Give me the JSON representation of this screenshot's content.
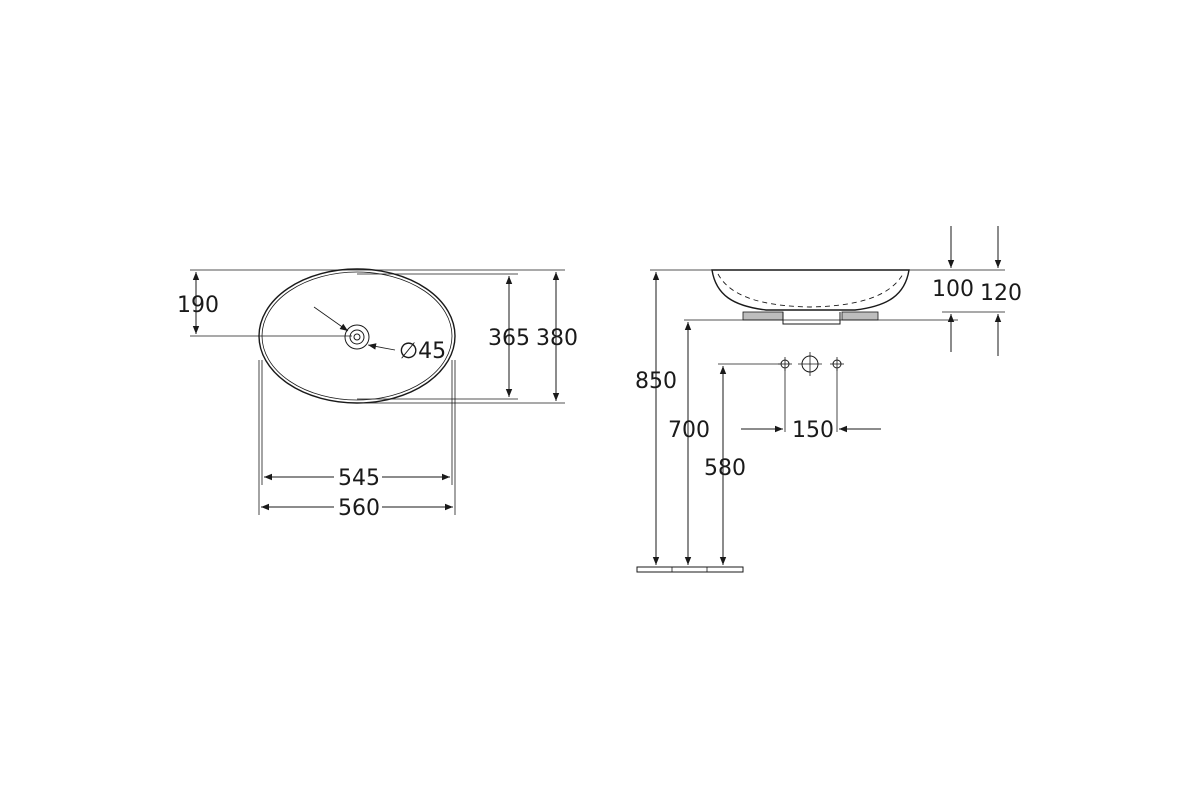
{
  "top_view": {
    "dims": {
      "centre_offset": "190",
      "inner_depth": "365",
      "outer_depth": "380",
      "drain_diameter": "∅45",
      "inner_width": "545",
      "outer_width": "560"
    }
  },
  "side_view": {
    "dims": {
      "bowl_height": "100",
      "total_height": "120",
      "rim_height": "850",
      "counter_height": "700",
      "outlet_height": "580",
      "tap_spacing": "150"
    }
  }
}
